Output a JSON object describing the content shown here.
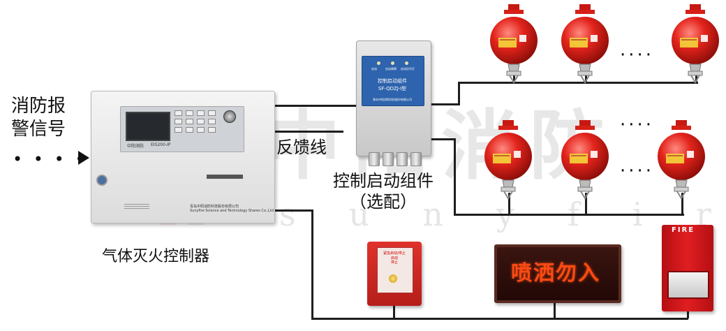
{
  "labels": {
    "signal_line1": "消防报",
    "signal_line2": "警信号",
    "feedback": "反馈线",
    "module_line1": "控制启动组件",
    "module_line2": "（选配）",
    "controller": "气体灭火控制器",
    "ellipsis": "····"
  },
  "watermark": {
    "main": "中阳消防",
    "sub": "sunyfire"
  },
  "controller": {
    "model": "EIS200-IP",
    "brand": "中阳消防",
    "company_cn": "青岛中阳消防科技股份有限公司",
    "company_en": "Sunyfire Science and Technology Shares Co.,Ltd"
  },
  "module": {
    "led_labels": [
      "启动",
      "启动故障",
      "启动信号灯"
    ],
    "name": "控制启动组件",
    "model": "SF-QDZJ-I型",
    "company": "青岛中阳消防科技股份有限公司"
  },
  "devices": {
    "manual_station_lines": [
      "紧急启动/停止",
      "启动",
      "停止"
    ],
    "sign_text": "喷洒勿入",
    "horn_label": "FIRE"
  },
  "colors": {
    "wire": "#1e1e1e",
    "sphere": "#e3241c",
    "sign_text": "#ff4a12",
    "module_panel": "#2e63ad"
  }
}
